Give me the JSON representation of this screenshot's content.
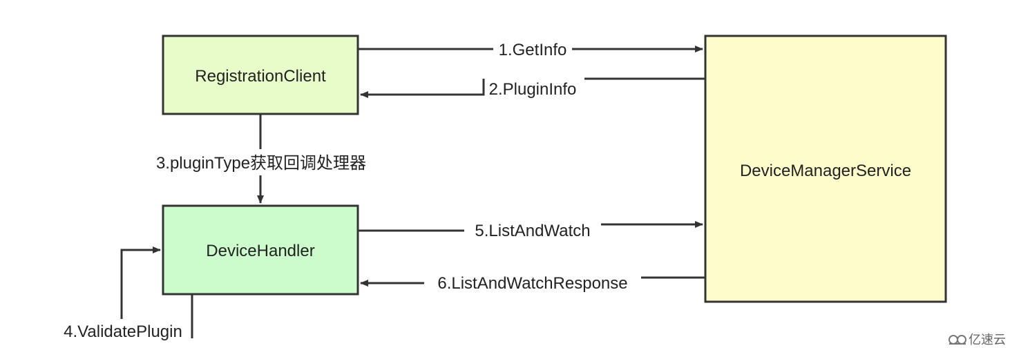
{
  "nodes": {
    "registration_client": {
      "label": "RegistrationClient",
      "fill": "#e8fcc9"
    },
    "device_handler": {
      "label": "DeviceHandler",
      "fill": "#ccfccb"
    },
    "device_manager_service": {
      "label": "DeviceManagerService",
      "fill": "#fdfdcb"
    }
  },
  "edges": {
    "get_info": "1.GetInfo",
    "plugin_info": "2.PluginInfo",
    "plugin_type": "3.pluginType获取回调处理器",
    "validate_plugin": "4.ValidatePlugin",
    "list_and_watch": "5.ListAndWatch",
    "list_and_watch_response": "6.ListAndWatchResponse"
  },
  "watermark": {
    "logo": "亿速云",
    "icon": "cloud-logo-icon"
  },
  "colors": {
    "stroke": "#333333",
    "text": "#222222"
  }
}
